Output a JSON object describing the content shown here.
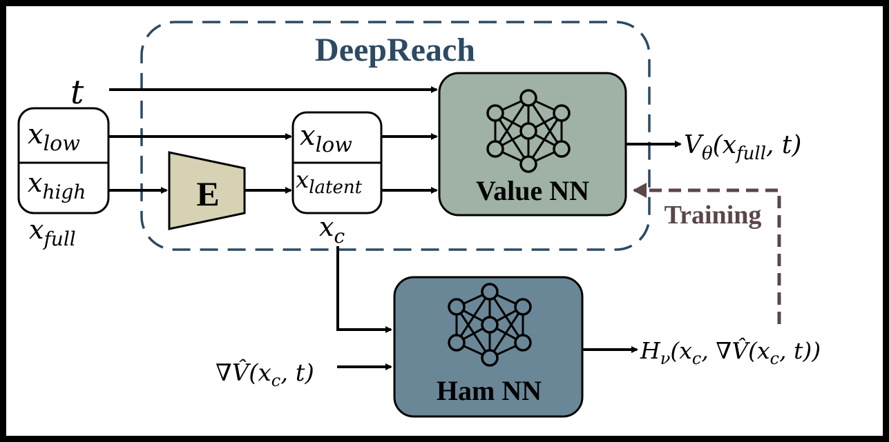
{
  "frame": {
    "border_color": "#000000",
    "background": "#ffffff"
  },
  "deepreach": {
    "label": "DeepReach",
    "color": "#2c4a63"
  },
  "encoder": {
    "label": "E",
    "fill": "#d7d2b3"
  },
  "value_nn": {
    "label": "Value NN",
    "fill": "#9fb2a5"
  },
  "ham_nn": {
    "label": "Ham NN",
    "fill": "#6a8797"
  },
  "training": {
    "label": "Training",
    "color": "#5a4749"
  },
  "symbols": {
    "t": "t",
    "x": "x",
    "low": "low",
    "high": "high",
    "full": "full",
    "latent": "latent",
    "c": "c",
    "value_out_main": "V",
    "value_out_sub": "θ",
    "value_out_args": "(x",
    "value_out_args_end": ", t)",
    "grad_input": "∇V̂(x",
    "grad_input_end": ", t)",
    "ham_out_main": "H",
    "ham_out_sub": "ν",
    "ham_out_mid": "(x",
    "ham_out_mid2": ", ∇V̂(x",
    "ham_out_end": ", t))"
  },
  "icons": [
    "neural-network-icon"
  ]
}
